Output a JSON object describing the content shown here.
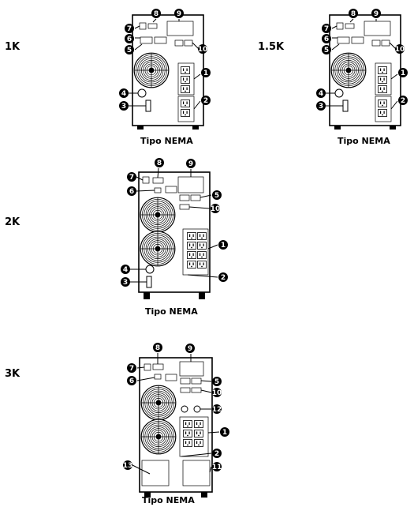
{
  "units": [
    {
      "model": "1K",
      "caption": "Tipo NEMA"
    },
    {
      "model": "1.5K",
      "caption": "Tipo NEMA"
    },
    {
      "model": "2K",
      "caption": "Tipo NEMA"
    },
    {
      "model": "3K",
      "caption": "Tipo NEMA"
    }
  ],
  "callouts": [
    "1",
    "2",
    "3",
    "4",
    "5",
    "6",
    "7",
    "8",
    "9",
    "10",
    "11",
    "12",
    "13"
  ]
}
